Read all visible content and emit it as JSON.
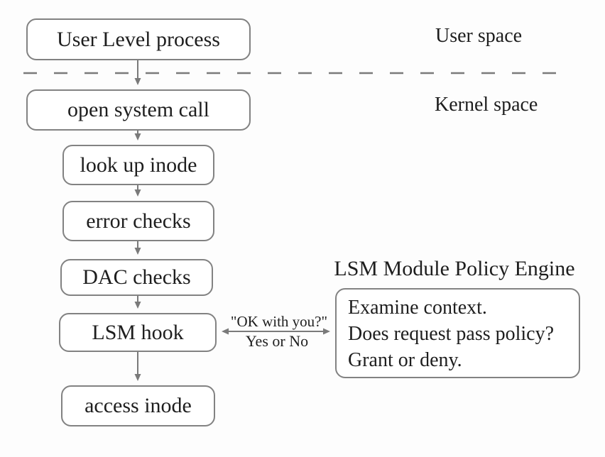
{
  "diagram": {
    "flow_boxes": [
      {
        "label": "User Level process"
      },
      {
        "label": "open system call"
      },
      {
        "label": "look up inode"
      },
      {
        "label": "error checks"
      },
      {
        "label": "DAC checks"
      },
      {
        "label": "LSM hook"
      },
      {
        "label": "access inode"
      }
    ],
    "region_labels": {
      "user_space": "User space",
      "kernel_space": "Kernel space"
    },
    "policy_engine": {
      "title": "LSM Module Policy Engine",
      "lines": [
        "Examine context.",
        "Does request pass policy?",
        "Grant or deny."
      ]
    },
    "hook_query": {
      "question": "\"OK with you?\"",
      "answer": "Yes or No"
    },
    "colors": {
      "background": "#fdfdfd",
      "box_border": "#828282",
      "text": "#1e1e1e",
      "arrow": "#7a7a7a"
    }
  }
}
